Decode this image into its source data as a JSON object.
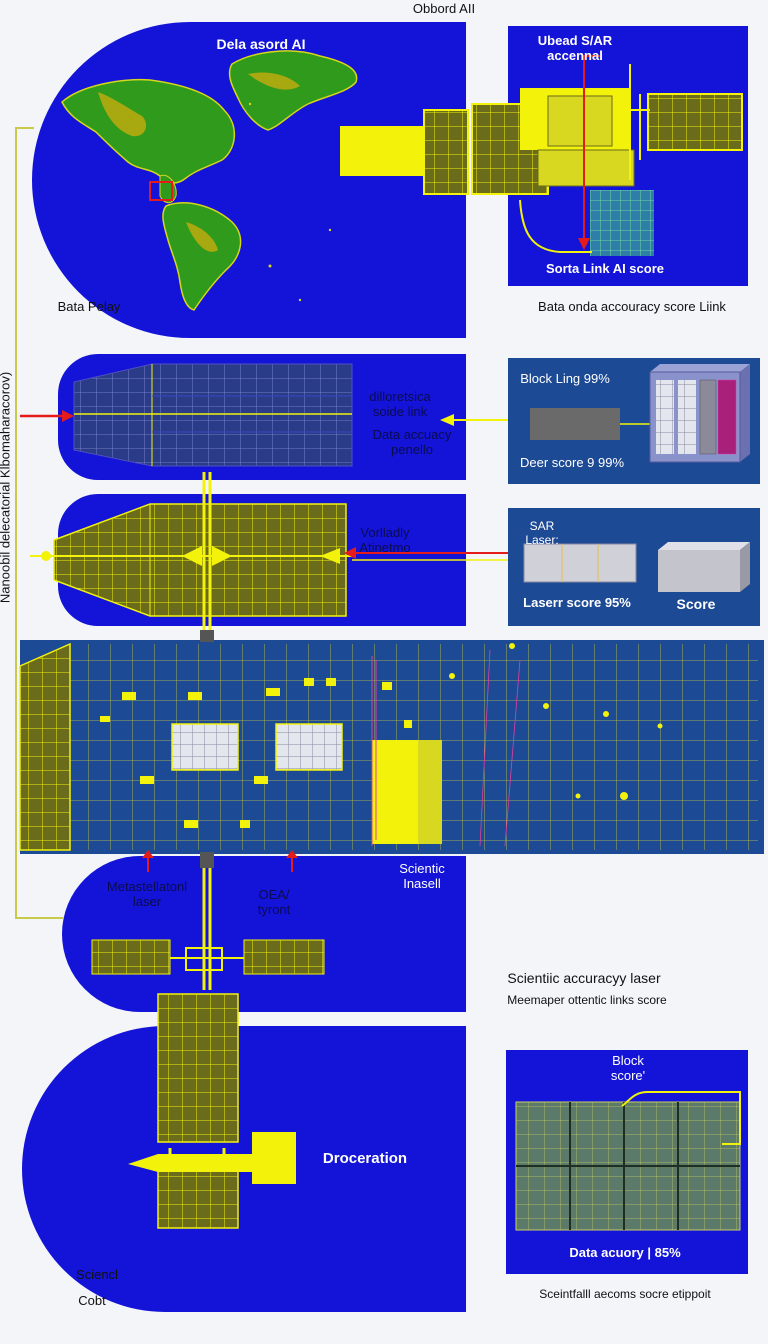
{
  "labels": {
    "top_title": "Obbord AII",
    "data_board": "Dela asord AI",
    "bata_pelay": "Bata Pelay",
    "ubead_sar": "Ubead S/AR\naccennal",
    "sorta_link": "Sorta Link AI score",
    "data_onda": "Bata onda accouracy score Liink",
    "diff_link": "dilloretsica\nsoide link",
    "data_accuracy_penalty": "Data accuacy\npenello",
    "block_ling": "Block Ling 99%",
    "deer_score": "Deer score 9 99%",
    "vertiadly": "Vorlladly\nAtinetmo",
    "sar_laser": "SAR Laser:",
    "laser_score": "Laserr score 95%",
    "score": "Score",
    "metastellation": "Metastellatonl\nlaser",
    "oea_tyront": "OEA/\ntyront",
    "scientific_insell": "Scientic\nInasell",
    "sci_accuracy_laser": "Scientiic accuracyy laser",
    "meemaper": "Meemaper ottentic links score",
    "block_score": "Block\nscore'",
    "data_acuory": "Data acuory | 85%",
    "droceration": "Droceration",
    "sciencl": "Sciencl",
    "cobt": "Cobt",
    "scientifall": "Sceintfalll aecoms socre etippoit",
    "side_text": "Nanoobil delecatorial Klbomaharacorov)"
  },
  "colors": {
    "panel_blue": "#1414d8",
    "solar_yellow": "#f2f20a",
    "solar_dark": "#6b6b1c",
    "land_green": "#2f9a1c",
    "arrow_red": "#e51b1b",
    "box_navy": "#1d4a95"
  }
}
